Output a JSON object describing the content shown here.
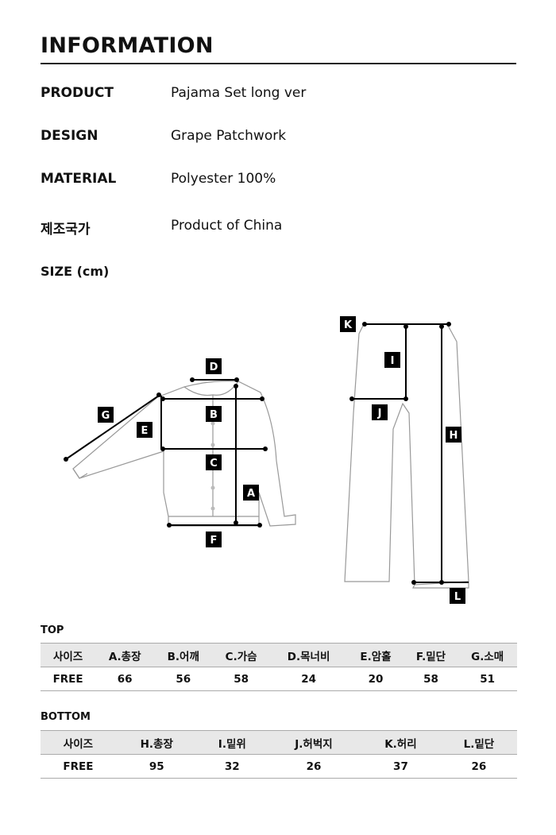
{
  "title": "INFORMATION",
  "info": [
    {
      "label": "PRODUCT",
      "value": "Pajama Set long ver"
    },
    {
      "label": "DESIGN",
      "value": "Grape Patchwork"
    },
    {
      "label": "MATERIAL",
      "value": "Polyester 100%"
    },
    {
      "label": "제조국가",
      "value": "Product of China"
    }
  ],
  "size_label": "SIZE (cm)",
  "markers": {
    "top": [
      "A",
      "B",
      "C",
      "D",
      "E",
      "F",
      "G"
    ],
    "bottom": [
      "H",
      "I",
      "J",
      "K",
      "L"
    ]
  },
  "top_table": {
    "label": "TOP",
    "headers": [
      "사이즈",
      "A.총장",
      "B.어깨",
      "C.가슴",
      "D.목너비",
      "E.암홀",
      "F.밑단",
      "G.소매"
    ],
    "rows": [
      [
        "FREE",
        "66",
        "56",
        "58",
        "24",
        "20",
        "58",
        "51"
      ]
    ]
  },
  "bottom_table": {
    "label": "BOTTOM",
    "headers": [
      "사이즈",
      "H.총장",
      "I.밑위",
      "J.허벅지",
      "K.허리",
      "L.밑단"
    ],
    "rows": [
      [
        "FREE",
        "95",
        "32",
        "26",
        "37",
        "26"
      ]
    ]
  }
}
